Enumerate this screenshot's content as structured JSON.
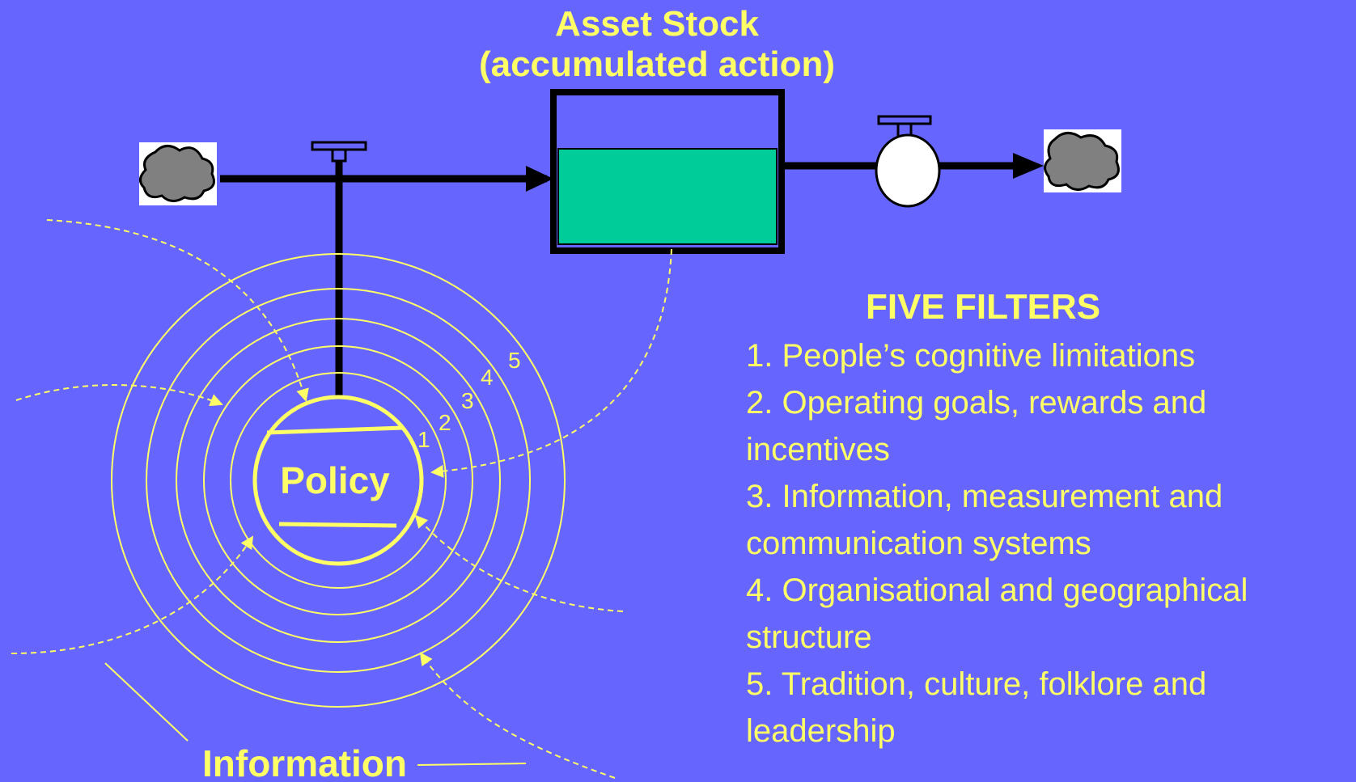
{
  "stock": {
    "title_line1": "Asset Stock",
    "title_line2": "(accumulated action)"
  },
  "policy": {
    "label": "Policy"
  },
  "information": {
    "label": "Information"
  },
  "rings": [
    "1",
    "2",
    "3",
    "4",
    "5"
  ],
  "filters": {
    "title": "FIVE FILTERS",
    "items": [
      "1. People’s cognitive limitations",
      "2. Operating goals, rewards and incentives",
      "3. Information, measurement and communication systems",
      "4. Organisational and geographical structure",
      "5. Tradition, culture, folklore and leadership"
    ]
  },
  "colors": {
    "background": "#6666ff",
    "accent_yellow": "#ffff66",
    "stock_fill": "#00cc99",
    "cloud_fill": "#808080"
  }
}
